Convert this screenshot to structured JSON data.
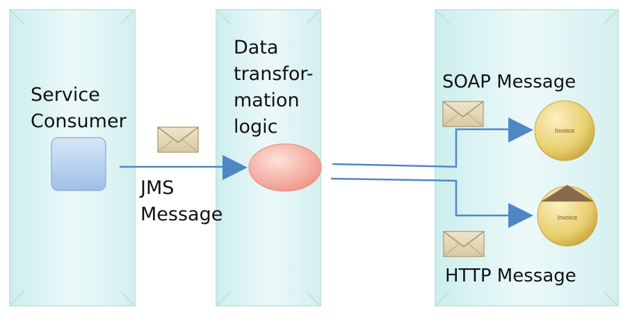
{
  "columns": [
    {
      "label_lines": [
        "Service",
        "Consumer"
      ]
    },
    {
      "label_lines": [
        "Data",
        "transfor-",
        "mation",
        "logic"
      ]
    },
    {
      "label": ""
    }
  ],
  "messages": {
    "jms": [
      "JMS",
      "Message"
    ],
    "soap": "SOAP Message",
    "http": "HTTP Message"
  },
  "nodes": {
    "invoice_top": "Invoice",
    "invoice_bottom": "Invoice"
  },
  "colors": {
    "panel": "#dff3f3",
    "panel_edge": "#bde3e3",
    "arrow": "#4f86c6",
    "consumer": "#b9d3ef",
    "transform": "#f3a89c",
    "invoice": "#eed98a"
  }
}
